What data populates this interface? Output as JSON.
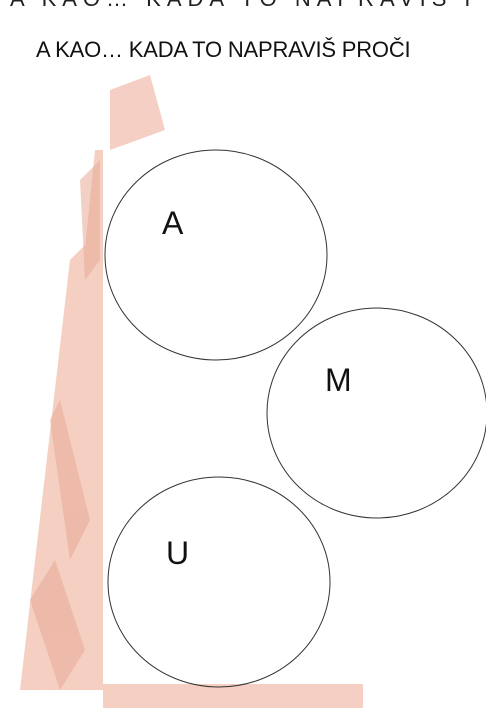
{
  "top_strip": {
    "text": "A KAO… KADA TO NAPRAVIŠ PROČI"
  },
  "heading": {
    "text": "A KAO… KADA TO NAPRAVIŠ PROČI"
  },
  "circles": [
    {
      "letter": "A"
    },
    {
      "letter": "M"
    },
    {
      "letter": "U"
    }
  ],
  "colors": {
    "watermark": "#f3c7b8",
    "circle_stroke": "#333333",
    "text": "#111111"
  }
}
